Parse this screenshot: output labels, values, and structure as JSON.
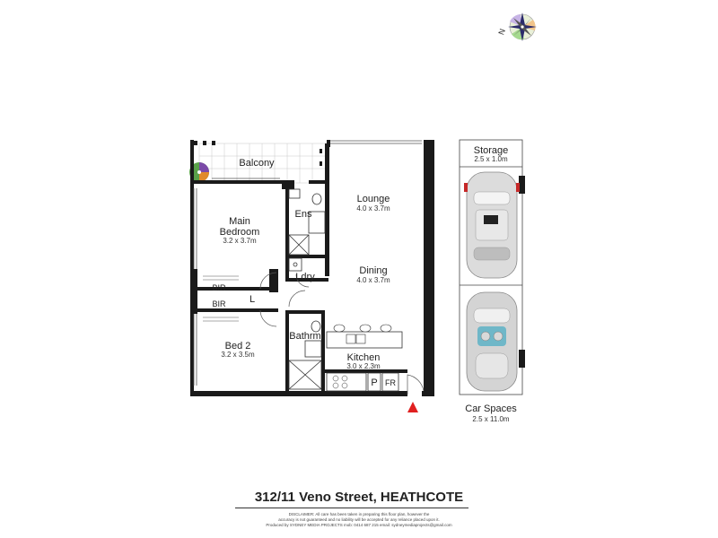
{
  "compass": {
    "north_label": "N",
    "icon": "compass-rose-icon"
  },
  "rooms": {
    "balcony": {
      "label": "Balcony"
    },
    "lounge": {
      "label": "Lounge",
      "dims": "4.0 x 3.7m"
    },
    "ens": {
      "label": "Ens"
    },
    "main_bed": {
      "label1": "Main",
      "label2": "Bedroom",
      "dims": "3.2 x 3.7m"
    },
    "dining": {
      "label": "Dining",
      "dims": "4.0 x 3.7m"
    },
    "ldry": {
      "label": "Ldry"
    },
    "bir1": {
      "label": "BIR"
    },
    "bir2": {
      "label": "BIR"
    },
    "linen": {
      "label": "L"
    },
    "bed2": {
      "label": "Bed 2",
      "dims": "3.2 x 3.5m"
    },
    "bathrm": {
      "label": "Bathrm"
    },
    "kitchen": {
      "label": "Kitchen",
      "dims": "3.0 x 2.3m"
    },
    "pantry": {
      "label": "P"
    },
    "fridge": {
      "label": "FR"
    }
  },
  "storage": {
    "label": "Storage",
    "dims": "2.5 x 1.0m"
  },
  "car_spaces": {
    "label": "Car Spaces",
    "dims": "2.5 x 11.0m"
  },
  "entry_marker": {
    "icon": "entry-arrow-icon"
  },
  "footer": {
    "address": "312/11 Veno Street, HEATHCOTE",
    "disclaimer_1": "DISCLAIMER: All care has been taken in preparing this floor plan, however the",
    "disclaimer_2": "accuracy is not guaranteed and no liability will be accepted for any reliance placed upon it.",
    "disclaimer_3": "Produced by SYDNEY MEDIA PROJECTS mob: 0414 687 215 email: sydneymediaprojects@gmail.com"
  },
  "colors": {
    "wall": "#1a1a1a",
    "entry_arrow": "#e02020",
    "car_body": "#d9d9d9"
  }
}
